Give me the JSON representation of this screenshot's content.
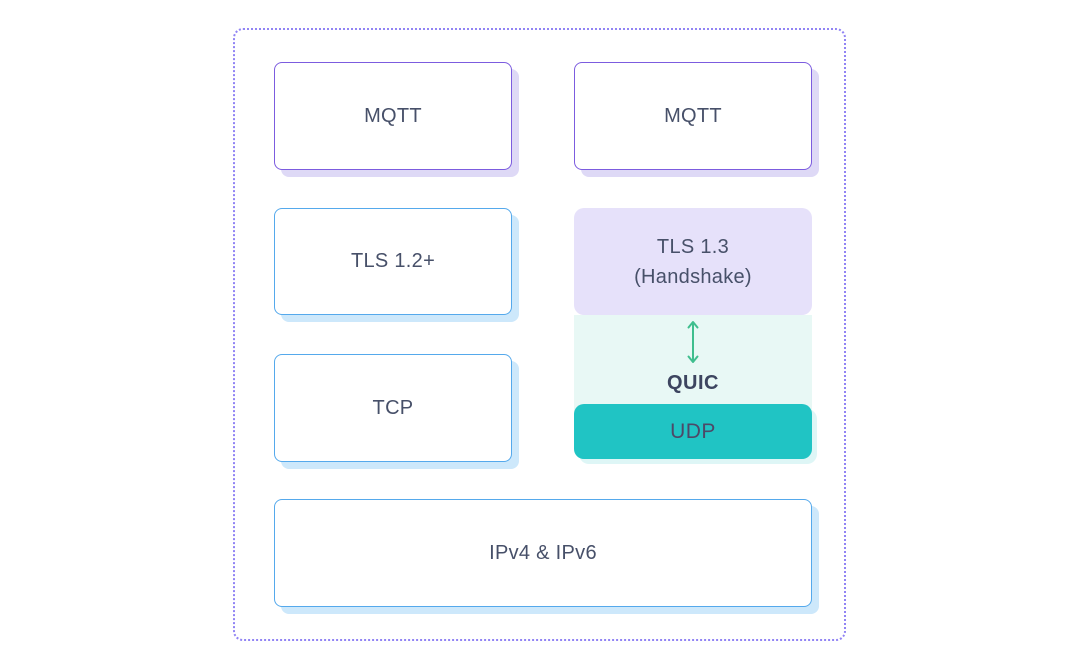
{
  "colors": {
    "frame_border": "#9184f4",
    "purple_border": "#7c5cdf",
    "purple_shadow": "#ded9f6",
    "blue_border": "#55a9ec",
    "blue_shadow": "#cde8fb",
    "lavender_fill": "#e6e1fa",
    "mint_fill": "#e8f8f5",
    "teal_fill": "#20c4c4",
    "arrow_green": "#3fbe8e",
    "label_text": "#475069"
  },
  "tcp_stack": {
    "mqtt": "MQTT",
    "tls": "TLS 1.2+",
    "tcp": "TCP"
  },
  "quic_stack": {
    "mqtt": "MQTT",
    "tls_line1": "TLS 1.3",
    "tls_line2": "(Handshake)",
    "quic": "QUIC",
    "udp": "UDP"
  },
  "network_layer": {
    "label": "IPv4 & IPv6"
  }
}
